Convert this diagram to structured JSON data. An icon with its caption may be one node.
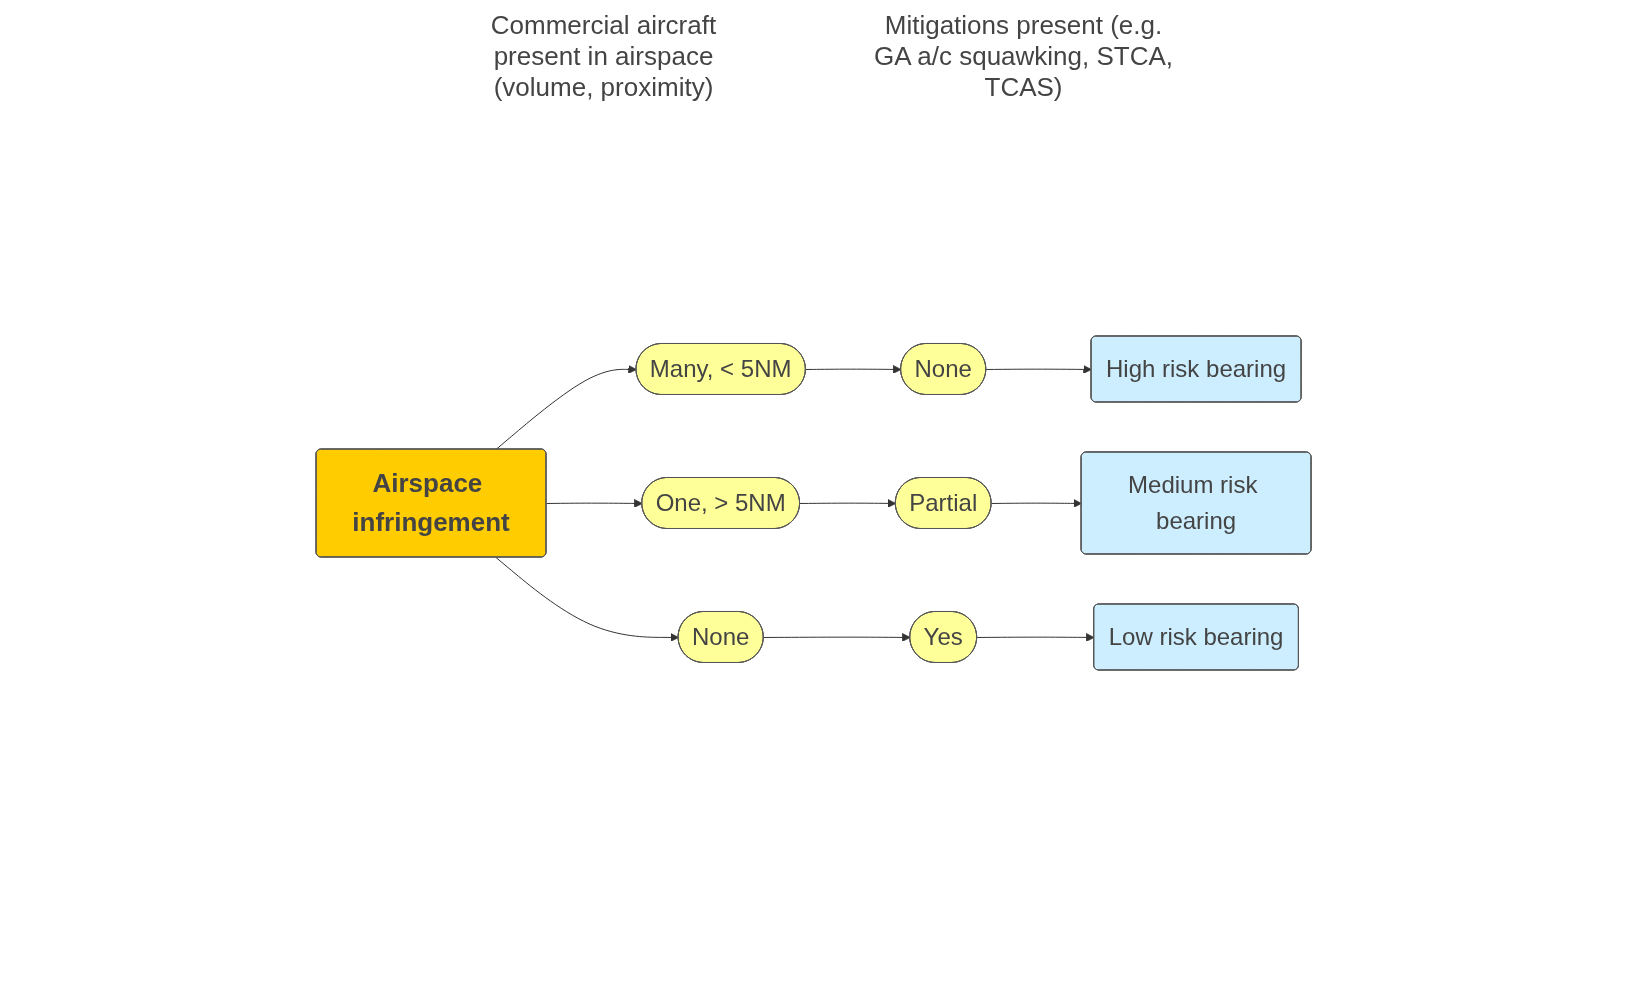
{
  "diagram": {
    "nodes": [
      {
        "text": [
          "Airspace infringement"
        ]
      },
      {
        "text": [
          "Many, < 5NM"
        ]
      },
      {
        "text": [
          "One, > 5NM"
        ]
      },
      {
        "text": [
          "None"
        ]
      },
      {
        "text": [
          "None"
        ]
      },
      {
        "text": [
          "Partial"
        ]
      },
      {
        "text": [
          "Yes"
        ]
      },
      {
        "text": [
          "High risk bearing"
        ]
      },
      {
        "text": [
          "Medium risk bearing"
        ]
      },
      {
        "text": [
          "Low risk bearing"
        ]
      }
    ],
    "edges": [
      {
        "from": 0,
        "to": 1,
        "arrow": "to"
      },
      {
        "from": 0,
        "to": 2,
        "arrow": "to"
      },
      {
        "from": 0,
        "to": 3,
        "arrow": "to"
      },
      {
        "from": 1,
        "to": 4,
        "arrow": "to"
      },
      {
        "from": 2,
        "to": 5,
        "arrow": "to"
      },
      {
        "from": 3,
        "to": 6,
        "arrow": "to"
      },
      {
        "from": 4,
        "to": 7,
        "arrow": "to"
      },
      {
        "from": 5,
        "to": 8,
        "arrow": "to"
      },
      {
        "from": 6,
        "to": 9,
        "arrow": "to"
      }
    ],
    "labels": [
      "Commercial aircraft present in airspace (volume, proximity)",
      "Mitigations present (e.g. GA a/c squawking, STCA, TCAS)"
    ]
  }
}
